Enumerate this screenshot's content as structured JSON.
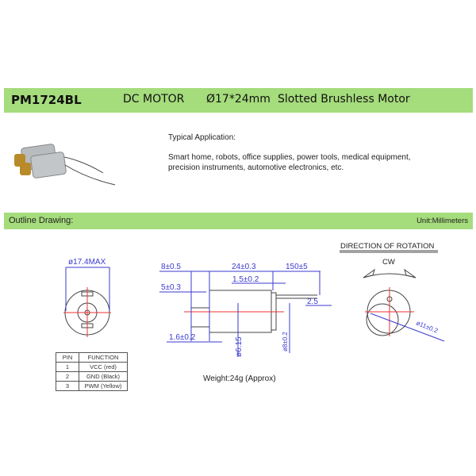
{
  "header": {
    "model": "PM1724BL",
    "type": "DC  MOTOR",
    "size": "Ø17*24mm",
    "description": "Slotted Brushless Motor"
  },
  "application": {
    "title": "Typical  Application:",
    "line1": "Smart home, robots, office supplies, power tools, medical equipment,",
    "line2": "precision instruments, automotive electronics, etc."
  },
  "section": {
    "title": "Outline Drawing:",
    "unit": "Unit:Millimeters"
  },
  "dimensions": {
    "diameter_max": "ø17.4MAX",
    "d1": "8±0.5",
    "d2": "24±0.3",
    "d3": "150±5",
    "d4": "1.5±0.2",
    "d5": "5±0.3",
    "d6": "2.5",
    "d7": "1.6±0.2",
    "d8": "ø6.15",
    "d9": "ø8±0.2",
    "d10": "ø11±0.2"
  },
  "rotation": {
    "title": "DIRECTION OF ROTATION",
    "direction": "CW"
  },
  "weight": "Weight:24g (Approx)",
  "pin_table": {
    "headers": [
      "PIN",
      "FUNCTION"
    ],
    "rows": [
      [
        "1",
        "VCC (red)"
      ],
      [
        "2",
        "GND (Black)"
      ],
      [
        "3",
        "PWM (Yellow)"
      ]
    ]
  }
}
